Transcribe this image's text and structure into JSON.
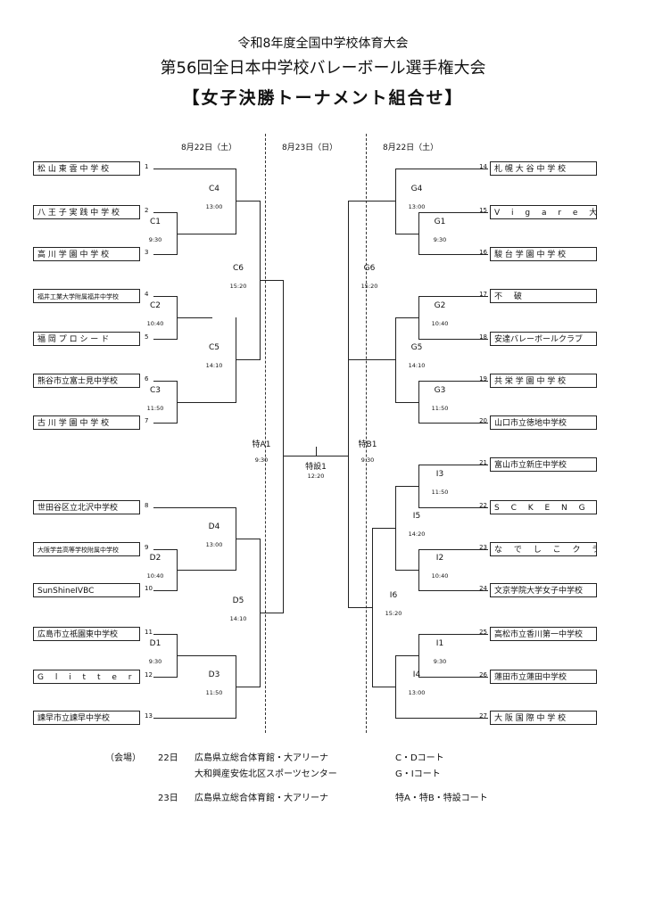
{
  "header": {
    "line1": "令和8年度全国中学校体育大会",
    "line2": "第56回全日本中学校バレーボール選手権大会",
    "line3": "【女子決勝トーナメント組合せ】"
  },
  "dates": {
    "left": "8月22日（土）",
    "center": "8月23日（日）",
    "right": "8月22日（土）"
  },
  "teams_left": [
    {
      "seed": "1",
      "name": "松 山 東 雲 中 学 校"
    },
    {
      "seed": "2",
      "name": "八 王 子 実 践 中 学 校"
    },
    {
      "seed": "3",
      "name": "高 川 学 園 中 学 校"
    },
    {
      "seed": "4",
      "name": "福井工業大学附属福井中学校"
    },
    {
      "seed": "5",
      "name": "福 岡 プ ロ シ ー ド"
    },
    {
      "seed": "6",
      "name": "熊谷市立富士見中学校"
    },
    {
      "seed": "7",
      "name": "古 川 学 園 中 学 校"
    },
    {
      "seed": "8",
      "name": "世田谷区立北沢中学校"
    },
    {
      "seed": "9",
      "name": "大阪学芸高等学校附属中学校"
    },
    {
      "seed": "10",
      "name": "SunShineIVBC"
    },
    {
      "seed": "11",
      "name": "広島市立祇園東中学校"
    },
    {
      "seed": "12",
      "name": "G l i t t e r"
    },
    {
      "seed": "13",
      "name": "諫早市立諫早中学校"
    }
  ],
  "teams_right": [
    {
      "seed": "14",
      "name": "札 幌 大 谷 中 学 校"
    },
    {
      "seed": "15",
      "name": "V i g a r e 大 分"
    },
    {
      "seed": "16",
      "name": "駿 台 学 園 中 学 校"
    },
    {
      "seed": "17",
      "name": "不 破"
    },
    {
      "seed": "18",
      "name": "安達バレーボールクラブ"
    },
    {
      "seed": "19",
      "name": "共 栄 学 園 中 学 校"
    },
    {
      "seed": "20",
      "name": "山口市立徳地中学校"
    },
    {
      "seed": "21",
      "name": "富山市立新庄中学校"
    },
    {
      "seed": "22",
      "name": "S C K E N G ' s"
    },
    {
      "seed": "23",
      "name": "な で し こ ク ラ ブ"
    },
    {
      "seed": "24",
      "name": "文京学院大学女子中学校"
    },
    {
      "seed": "25",
      "name": "高松市立香川第一中学校"
    },
    {
      "seed": "26",
      "name": "蓮田市立蓮田中学校"
    },
    {
      "seed": "27",
      "name": "大 阪 国 際 中 学 校"
    }
  ],
  "matches": {
    "C1": {
      "label": "C1",
      "time": "9:30"
    },
    "C2": {
      "label": "C2",
      "time": "10:40"
    },
    "C3": {
      "label": "C3",
      "time": "11:50"
    },
    "C4": {
      "label": "C4",
      "time": "13:00"
    },
    "C5": {
      "label": "C5",
      "time": "14:10"
    },
    "C6": {
      "label": "C6",
      "time": "15:20"
    },
    "D1": {
      "label": "D1",
      "time": "9:30"
    },
    "D2": {
      "label": "D2",
      "time": "10:40"
    },
    "D3": {
      "label": "D3",
      "time": "11:50"
    },
    "D4": {
      "label": "D4",
      "time": "13:00"
    },
    "D5": {
      "label": "D5",
      "time": "14:10"
    },
    "G1": {
      "label": "G1",
      "time": "9:30"
    },
    "G2": {
      "label": "G2",
      "time": "10:40"
    },
    "G3": {
      "label": "G3",
      "time": "11:50"
    },
    "G4": {
      "label": "G4",
      "time": "13:00"
    },
    "G5": {
      "label": "G5",
      "time": "14:10"
    },
    "G6": {
      "label": "G6",
      "time": "15:20"
    },
    "I1": {
      "label": "I1",
      "time": "9:30"
    },
    "I2": {
      "label": "I2",
      "time": "10:40"
    },
    "I3": {
      "label": "I3",
      "time": "11:50"
    },
    "I4": {
      "label": "I4",
      "time": "13:00"
    },
    "I5": {
      "label": "I5",
      "time": "14:20"
    },
    "I6": {
      "label": "I6",
      "time": "15:20"
    },
    "A1": {
      "label": "特A1",
      "time": "9:30"
    },
    "B1": {
      "label": "特B1",
      "time": "9:30"
    },
    "S1": {
      "label": "特設1",
      "time": "12:20"
    }
  },
  "venue": {
    "heading": "（会場）",
    "day22": "22日",
    "day22_venue1": "広島県立総合体育館・大アリーナ",
    "day22_court1": "C・Dコート",
    "day22_venue2": "大和興産安佐北区スポーツセンター",
    "day22_court2": "G・Iコート",
    "day23": "23日",
    "day23_venue": "広島県立総合体育館・大アリーナ",
    "day23_court": "特A・特B・特設コート"
  }
}
